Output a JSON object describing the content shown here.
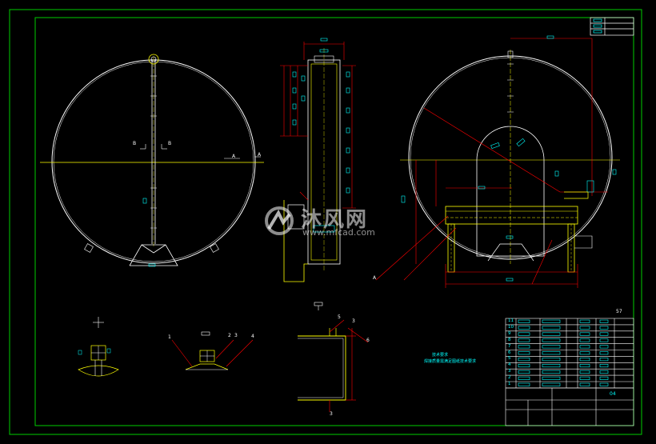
{
  "watermark": {
    "title": "沐风网",
    "url": "www.mfcad.com"
  },
  "tech_notes": {
    "heading": "技术要求",
    "line1": "焊接质量需满足图纸技术要求"
  },
  "labels": {
    "section_a": "A",
    "section_b": "B",
    "part_1": "1",
    "part_2": "2",
    "part_3": "3",
    "part_4": "4",
    "part_5": "5",
    "part_6": "6",
    "sheet_ref": "57",
    "scale_ref": "04",
    "row_numbers": [
      "11",
      "10",
      "9",
      "8",
      "7",
      "6",
      "5",
      "4",
      "3",
      "2",
      "1"
    ]
  },
  "colors": {
    "frame": "#00cc00",
    "outline": "#ffffff",
    "dimension": "#ff0000",
    "centerline": "#ffff00",
    "text": "#00ffff"
  }
}
